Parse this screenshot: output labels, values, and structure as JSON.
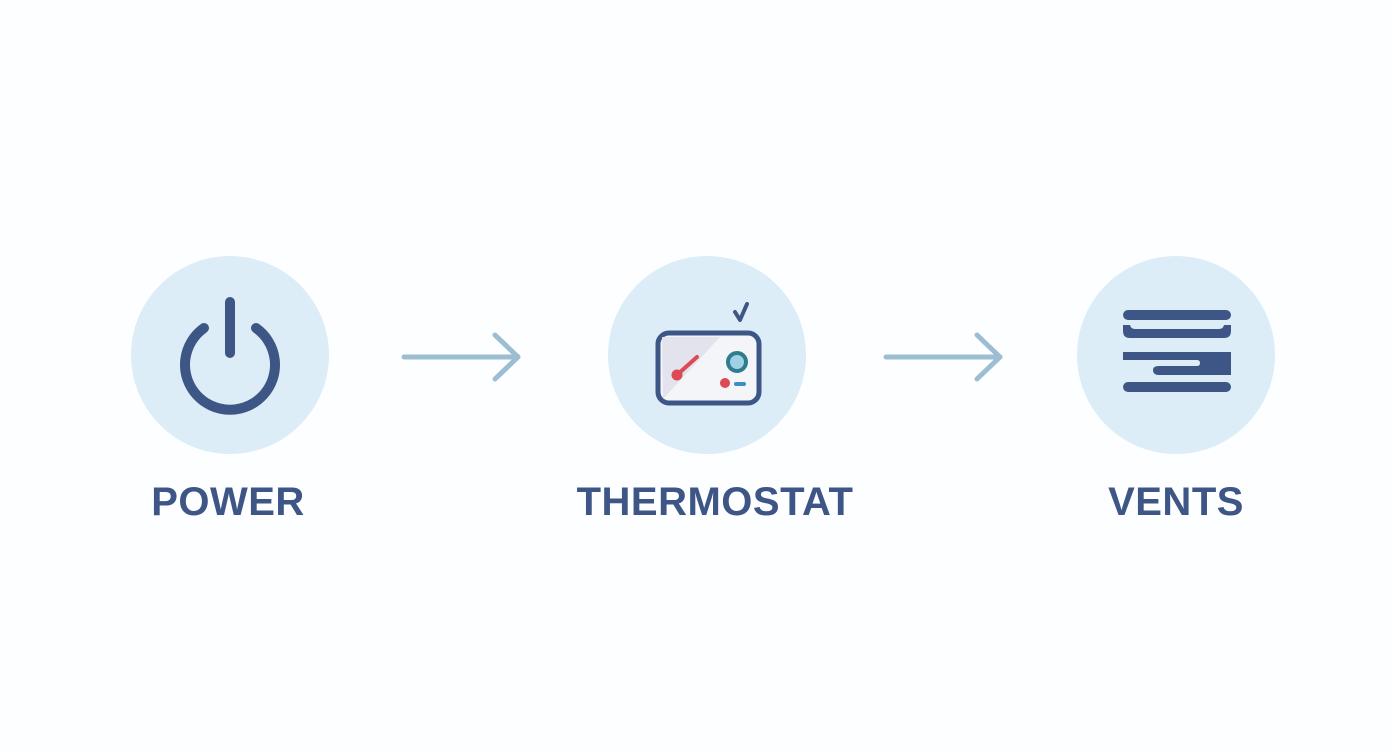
{
  "diagram": {
    "type": "flow",
    "direction": "left-to-right",
    "colors": {
      "circle_fill": "#dcedf8",
      "icon_primary": "#3d5685",
      "label_text": "#3d5685",
      "arrow": "#9dbdd3",
      "accent_red": "#dd4a55",
      "accent_teal": "#2f7c8e",
      "accent_teal_light": "#9fd0e3",
      "accent_blue_dash": "#3a8fc4",
      "background": "#fdfeff"
    },
    "steps": [
      {
        "label": "POWER",
        "icon": "power-icon"
      },
      {
        "label": "THERMOSTAT",
        "icon": "thermostat-icon"
      },
      {
        "label": "VENTS",
        "icon": "vents-icon"
      }
    ],
    "connectors": [
      {
        "from": "POWER",
        "to": "THERMOSTAT",
        "icon": "arrow-right-icon"
      },
      {
        "from": "THERMOSTAT",
        "to": "VENTS",
        "icon": "arrow-right-icon"
      }
    ]
  }
}
